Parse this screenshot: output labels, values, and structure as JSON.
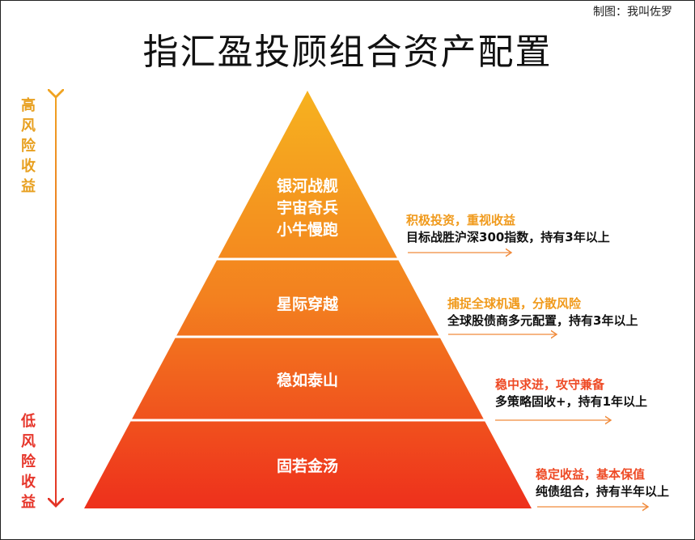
{
  "credit": "制图：我叫佐罗",
  "title": "指汇盈投顾组合资产配置",
  "axis": {
    "high_label": "高风险收益",
    "low_label": "低风险收益",
    "color_top": "#f0a321",
    "color_bottom": "#e33326"
  },
  "tiers": [
    {
      "names": [
        "银河战舰",
        "宇宙奇兵",
        "小牛慢跑"
      ],
      "highlight": "积极投资，重视收益",
      "detail": "目标战胜沪深300指数，持有3年以上",
      "highlight_color": "#f09a1c"
    },
    {
      "names": [
        "星际穿越"
      ],
      "highlight": "捕捉全球机遇，分散风险",
      "detail": "全球股债商多元配置，持有3年以上",
      "highlight_color": "#f09a1c"
    },
    {
      "names": [
        "稳如泰山"
      ],
      "highlight": "稳中求进，攻守兼备",
      "detail": "多策略固收+，持有1年以上",
      "highlight_color": "#ee4a25"
    },
    {
      "names": [
        "固若金汤"
      ],
      "highlight": "稳定收益，基本保值",
      "detail": "纯债组合，持有半年以上",
      "highlight_color": "#ee4a25"
    }
  ],
  "colors": {
    "pyramid_top": "#f6b21f",
    "pyramid_bottom": "#ee2f1c",
    "arrow_color": "#f08a3a"
  }
}
